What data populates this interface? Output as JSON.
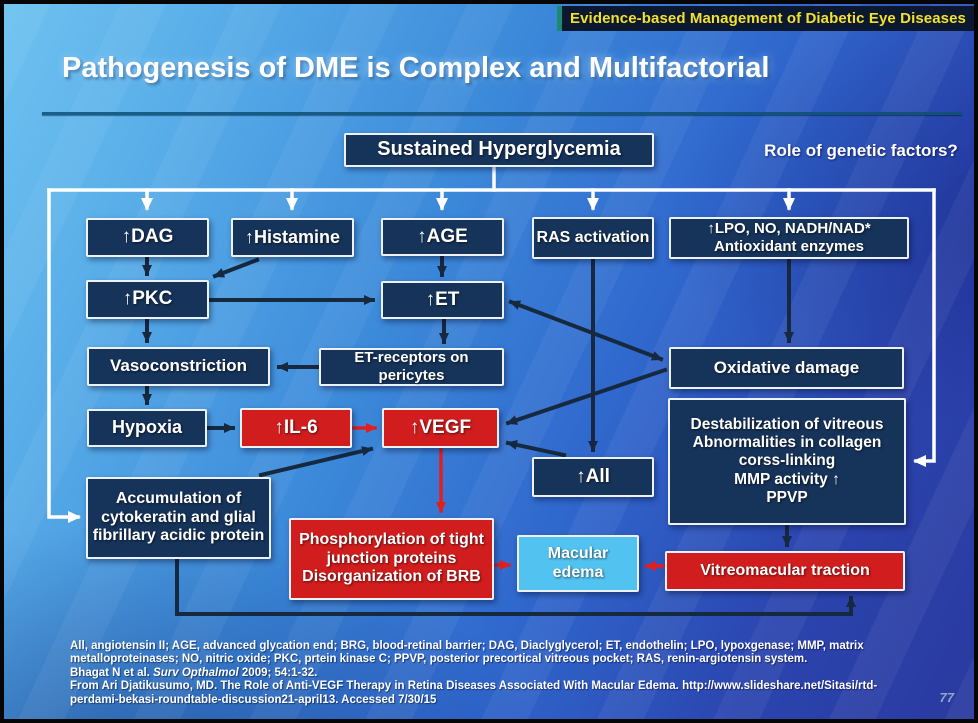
{
  "banner": {
    "label": "Evidence-based Management of Diabetic Eye Diseases"
  },
  "title": "Pathogenesis of DME is Complex and Multifactorial",
  "annotations": {
    "genetic_question": "Role of genetic factors?",
    "page_number": "77"
  },
  "colors": {
    "banner_bg": "#0b1830",
    "banner_text": "#f2e22b",
    "banner_accent": "#1a8a72",
    "navy_box": "#16335a",
    "red_box": "#d11d1d",
    "sky_box": "#52c2f0",
    "dark_arrow": "#16293f",
    "red_arrow": "#e31e1e",
    "white_arrow": "#ffffff",
    "title_rule": "#16608a"
  },
  "flowchart": {
    "nodes": {
      "sustained": {
        "label": "Sustained Hyperglycemia"
      },
      "dag": {
        "label": "↑DAG"
      },
      "histamine": {
        "label": "↑Histamine"
      },
      "age": {
        "label": "↑AGE"
      },
      "ras": {
        "label": "RAS activation"
      },
      "lpo": {
        "label": "↑LPO, NO, NADH/NAD*\nAntioxidant enzymes"
      },
      "pkc": {
        "label": "↑PKC"
      },
      "et": {
        "label": "↑ET"
      },
      "vasoconstriction": {
        "label": "Vasoconstriction"
      },
      "et_receptors": {
        "label": "ET-receptors on\npericytes"
      },
      "oxidative": {
        "label": "Oxidative damage"
      },
      "hypoxia": {
        "label": "Hypoxia"
      },
      "il6": {
        "label": "↑IL-6"
      },
      "vegf": {
        "label": "↑VEGF"
      },
      "all": {
        "label": "↑All"
      },
      "destabilization": {
        "label": "Destabilization of vitreous\nAbnormalities in collagen\ncorss-linking\nMMP activity ↑\nPPVP"
      },
      "accumulation": {
        "label": "Accumulation of\ncytokeratin and glial\nfibrillary acidic protein"
      },
      "phosphorylation": {
        "label": "Phosphorylation of tight\njunction proteins\nDisorganization of BRB"
      },
      "macular_edema": {
        "label": "Macular\nedema"
      },
      "vitreomacular": {
        "label": "Vitreomacular traction"
      }
    },
    "edges": [
      [
        "sustained",
        "dag"
      ],
      [
        "sustained",
        "histamine"
      ],
      [
        "sustained",
        "age"
      ],
      [
        "sustained",
        "ras"
      ],
      [
        "sustained",
        "lpo"
      ],
      [
        "sustained",
        "accumulation"
      ],
      [
        "sustained",
        "destabilization"
      ],
      [
        "dag",
        "pkc"
      ],
      [
        "histamine",
        "pkc"
      ],
      [
        "pkc",
        "et"
      ],
      [
        "age",
        "et"
      ],
      [
        "pkc",
        "vasoconstriction"
      ],
      [
        "et",
        "et_receptors"
      ],
      [
        "et_receptors",
        "vasoconstriction"
      ],
      [
        "vasoconstriction",
        "hypoxia"
      ],
      [
        "hypoxia",
        "il6"
      ],
      [
        "il6",
        "vegf"
      ],
      [
        "accumulation",
        "vegf"
      ],
      [
        "ras",
        "all"
      ],
      [
        "all",
        "vegf"
      ],
      [
        "oxidative",
        "et"
      ],
      [
        "et",
        "oxidative"
      ],
      [
        "oxidative",
        "vegf"
      ],
      [
        "lpo",
        "oxidative"
      ],
      [
        "vegf",
        "phosphorylation"
      ],
      [
        "phosphorylation",
        "macular_edema"
      ],
      [
        "destabilization",
        "vitreomacular"
      ],
      [
        "accumulation",
        "vitreomacular"
      ],
      [
        "vitreomacular",
        "macular_edema"
      ]
    ]
  },
  "footer": {
    "line1": "All, angiotensin II; AGE, advanced glycation end; BRG, blood-retinal barrier; DAG, Diaclyglycerol; ET, endothelin; LPO, lypoxgenase; MMP, matrix",
    "line2": "metalloproteinases; NO, nitric oxide; PKC, prtein kinase C; PPVP, posterior precortical vitreous pocket; RAS, renin-argiotensin system.",
    "line3_prefix": "Bhagat N et al. ",
    "line3_italic": "Surv Opthalmol",
    "line3_suffix": " 2009; 54:1-32.",
    "line4": "From Ari Djatikusumo, MD. The Role of Anti-VEGF Therapy in Retina Diseases Associated With Macular Edema. http://www.slideshare.net/Sitasi/rtd-",
    "line5": "perdami-bekasi-roundtable-discussion21-april13. Accessed 7/30/15"
  }
}
